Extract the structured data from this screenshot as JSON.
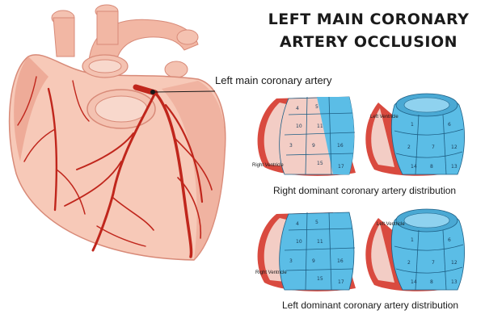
{
  "title_lines": [
    "LEFT MAIN CORONARY",
    "ARTERY OCCLUSION"
  ],
  "artery_label": "Left main coronary artery",
  "captions": {
    "right_dominant": "Right dominant coronary artery distribution",
    "left_dominant": "Left dominant coronary artery distribution"
  },
  "ventricles": {
    "rd_side": {
      "label": "Right Ventricle",
      "segments": [
        "4",
        "5",
        "10",
        "11",
        "3",
        "9",
        "15",
        "16",
        "17"
      ]
    },
    "rd_front": {
      "label": "Left Ventricle",
      "segments": [
        "1",
        "6",
        "2",
        "7",
        "12",
        "8",
        "13",
        "14"
      ]
    },
    "ld_side": {
      "label": "Right Ventricle",
      "segments": [
        "4",
        "5",
        "10",
        "11",
        "3",
        "9",
        "15",
        "16",
        "17"
      ]
    },
    "ld_front": {
      "label": "Left Ventricle",
      "segments": [
        "1",
        "6",
        "2",
        "7",
        "12",
        "8",
        "13",
        "14"
      ]
    }
  },
  "colors": {
    "heart_fill": "#f7c9b8",
    "heart_shade": "#ea9e8a",
    "artery_red": "#c0261c",
    "segment_blue": "#5bbde6",
    "segment_pink": "#f3cdc5",
    "grid_line": "#1e5f85",
    "rv_red": "#d94a3f"
  }
}
